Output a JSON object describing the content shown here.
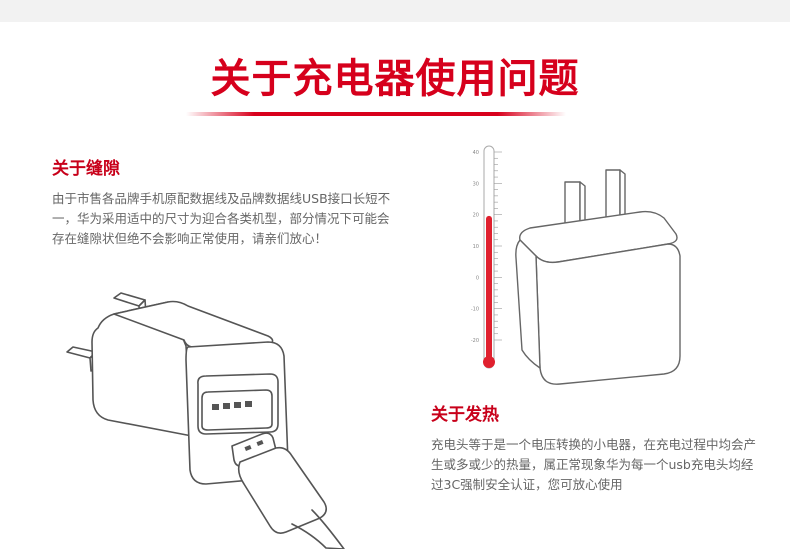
{
  "header": {
    "title": "关于充电器使用问题"
  },
  "gap_section": {
    "title": "关于缝隙",
    "body": "由于市售各品牌手机原配数据线及品牌数据线USB接口长短不一，华为采用适中的尺寸为迎合各类机型，部分情况下可能会存在缝隙状但绝不会影响正常使用，请亲们放心！"
  },
  "heat_section": {
    "title": "关于发热",
    "body": "充电头等于是一个电压转换的小电器，在充电过程中均会产生或多或少的热量，属正常现象华为每一个usb充电头均经过3C强制安全认证，您可放心使用"
  },
  "thermometer": {
    "ticks": [
      "40",
      "30",
      "20",
      "10",
      "0",
      "-10",
      "-20"
    ],
    "level_percent": 66
  },
  "colors": {
    "accent": "#d6001c",
    "body_text": "#666666",
    "line_art": "#555555"
  }
}
